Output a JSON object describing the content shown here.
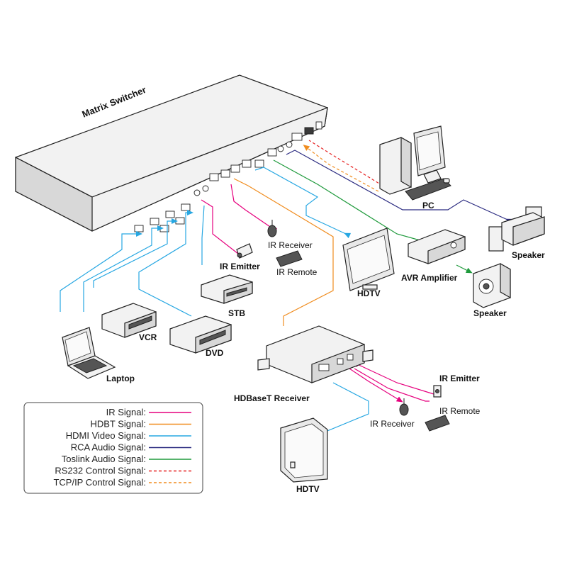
{
  "labels": {
    "matrix": "Matrix Switcher",
    "pc": "PC",
    "speaker_top": "Speaker",
    "avr": "AVR Amplifier",
    "speaker_bottom": "Speaker",
    "hdtv_top": "HDTV",
    "ir_receiver_top": "IR Receiver",
    "ir_remote_top": "IR Remote",
    "ir_emitter_top": "IR Emitter",
    "stb": "STB",
    "vcr": "VCR",
    "dvd": "DVD",
    "laptop": "Laptop",
    "hdbaset_receiver": "HDBaseT Receiver",
    "ir_emitter_bottom": "IR Emitter",
    "ir_remote_bottom": "IR Remote",
    "ir_receiver_bottom": "IR Receiver",
    "hdtv_bottom": "HDTV"
  },
  "legend": [
    {
      "label": "IR  Signal:",
      "color": "#e6007e",
      "style": "solid"
    },
    {
      "label": "HDBT  Signal:",
      "color": "#f08c1e",
      "style": "solid"
    },
    {
      "label": "HDMI Video  Signal:",
      "color": "#27a7e2",
      "style": "solid"
    },
    {
      "label": "RCA Audio  Signal:",
      "color": "#2a2a80",
      "style": "solid"
    },
    {
      "label": "Toslink Audio  Signal:",
      "color": "#1f9a3c",
      "style": "solid"
    },
    {
      "label": "RS232 Control  Signal:",
      "color": "#e62020",
      "style": "dashed"
    },
    {
      "label": "TCP/IP Control  Signal:",
      "color": "#f08c1e",
      "style": "dashed"
    }
  ],
  "colors": {
    "ir": "#e6007e",
    "hdbt": "#f08c1e",
    "hdmi": "#27a7e2",
    "rca": "#2a2a80",
    "toslink": "#1f9a3c",
    "rs232": "#e62020",
    "tcpip": "#f08c1e"
  }
}
